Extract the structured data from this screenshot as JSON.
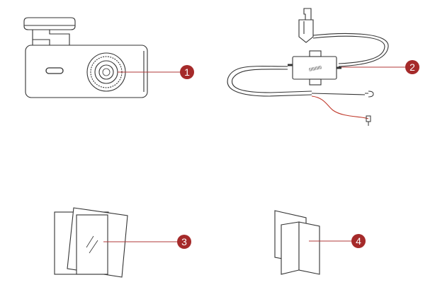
{
  "callouts": [
    {
      "number": "1",
      "item": "dash-camera"
    },
    {
      "number": "2",
      "item": "hardwire-power-cable"
    },
    {
      "number": "3",
      "item": "adhesive-film-sheets"
    },
    {
      "number": "4",
      "item": "folded-manual"
    }
  ],
  "colors": {
    "callout_fill": "#a52a2a",
    "callout_line": "#b03a3a",
    "outline": "#333333",
    "red_wire": "#c0392b",
    "background": "#ffffff"
  }
}
